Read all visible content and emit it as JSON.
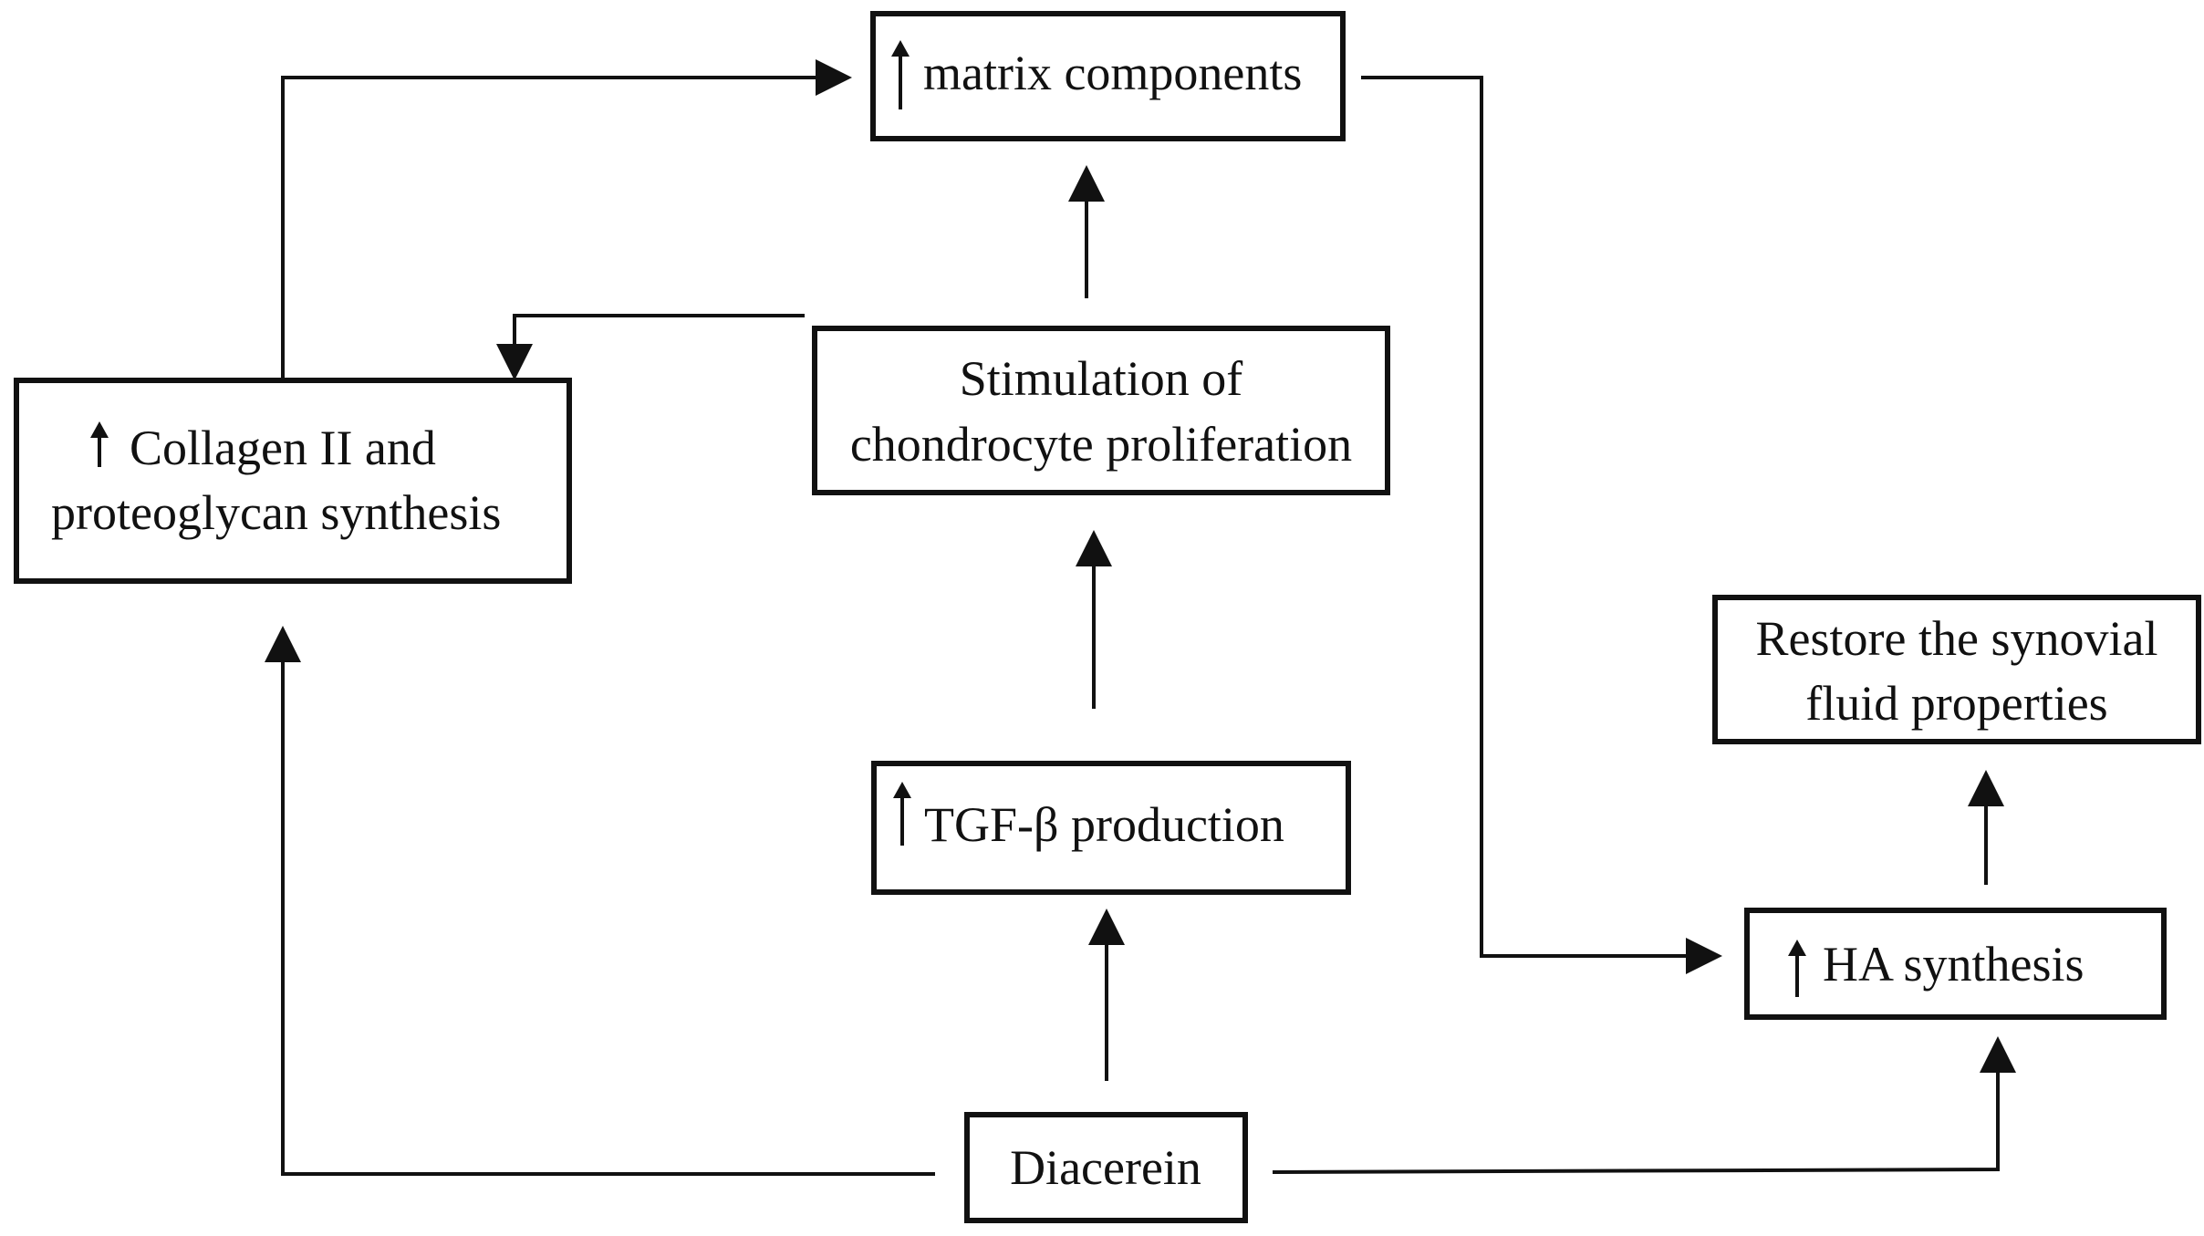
{
  "nodes": {
    "matrix": {
      "line1": "matrix components"
    },
    "collagen": {
      "line1": "Collagen II and",
      "line2": "proteoglycan synthesis"
    },
    "stimulation": {
      "line1": "Stimulation of",
      "line2": "chondrocyte proliferation"
    },
    "tgf": {
      "line1": "TGF-β production"
    },
    "restore": {
      "line1": "Restore the synovial",
      "line2": "fluid properties"
    },
    "ha": {
      "line1": "HA synthesis"
    },
    "diacerein": {
      "line1": "Diacerein"
    }
  }
}
